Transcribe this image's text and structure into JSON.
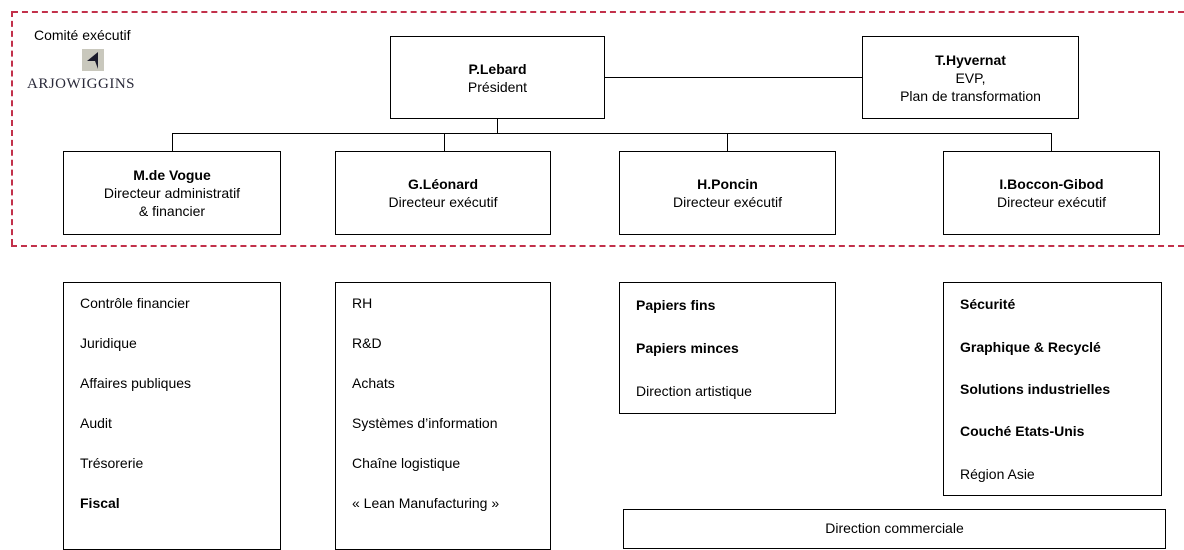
{
  "comite": {
    "label": "Comité exécutif",
    "brand": "ARJOWIGGINS"
  },
  "president": {
    "name": "P.Lebard",
    "title": "Président"
  },
  "evp": {
    "name": "T.Hyvernat",
    "title1": "EVP,",
    "title2": "Plan de transformation"
  },
  "directors": [
    {
      "name": "M.de Vogue",
      "title1": "Directeur administratif",
      "title2": "& financier"
    },
    {
      "name": "G.Léonard",
      "title1": "Directeur exécutif"
    },
    {
      "name": "H.Poncin",
      "title1": "Directeur exécutif"
    },
    {
      "name": "I.Boccon-Gibod",
      "title1": "Directeur exécutif"
    }
  ],
  "functions": {
    "col1": [
      "Contrôle financier",
      "Juridique",
      "Affaires publiques",
      "Audit",
      "Trésorerie",
      "Fiscal"
    ],
    "col2": [
      "RH",
      "R&D",
      "Achats",
      "Systèmes d’information",
      "Chaîne logistique",
      "« Lean Manufacturing »"
    ],
    "col3": [
      "Papiers fins",
      "Papiers minces",
      "Direction artistique"
    ],
    "col4": [
      "Sécurité",
      "Graphique & Recyclé",
      "Solutions industrielles",
      "Couché Etats-Unis",
      "Région Asie"
    ]
  },
  "commercial": "Direction commerciale",
  "colors": {
    "dashed_border": "#c2304a",
    "line": "#000000"
  }
}
